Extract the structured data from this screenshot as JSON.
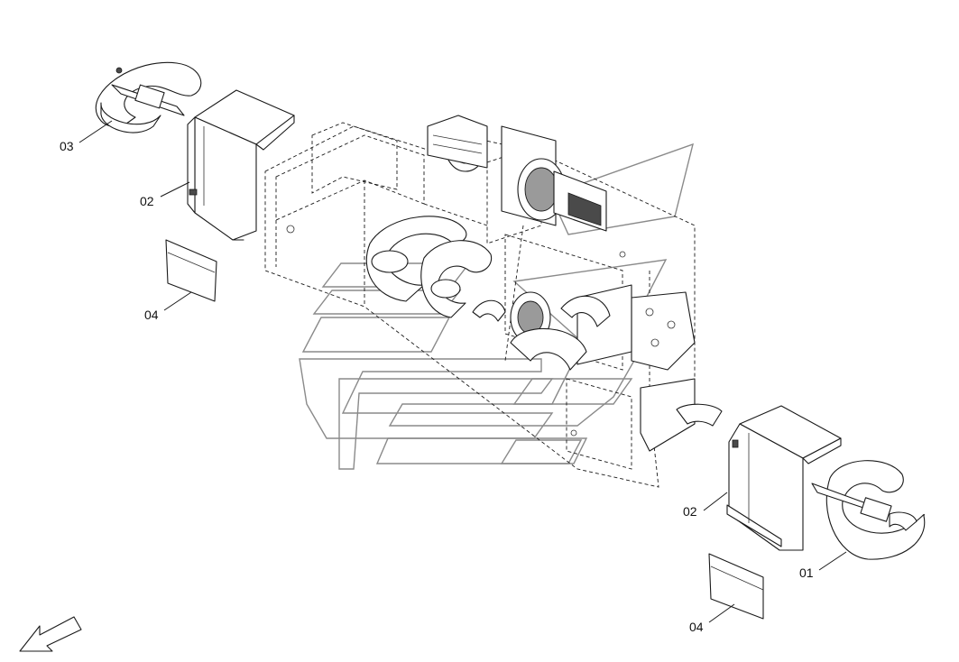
{
  "callouts": [
    {
      "id": "c03-top",
      "text": "03"
    },
    {
      "id": "c02-top",
      "text": "02"
    },
    {
      "id": "c04-top",
      "text": "04"
    },
    {
      "id": "c02-bottom",
      "text": "02"
    },
    {
      "id": "c01-bottom",
      "text": "01"
    },
    {
      "id": "c04-bottom",
      "text": "04"
    }
  ],
  "icons": {
    "direction_arrow": "arrow-down-left-icon",
    "watermark": "brand-watermark-logo"
  }
}
